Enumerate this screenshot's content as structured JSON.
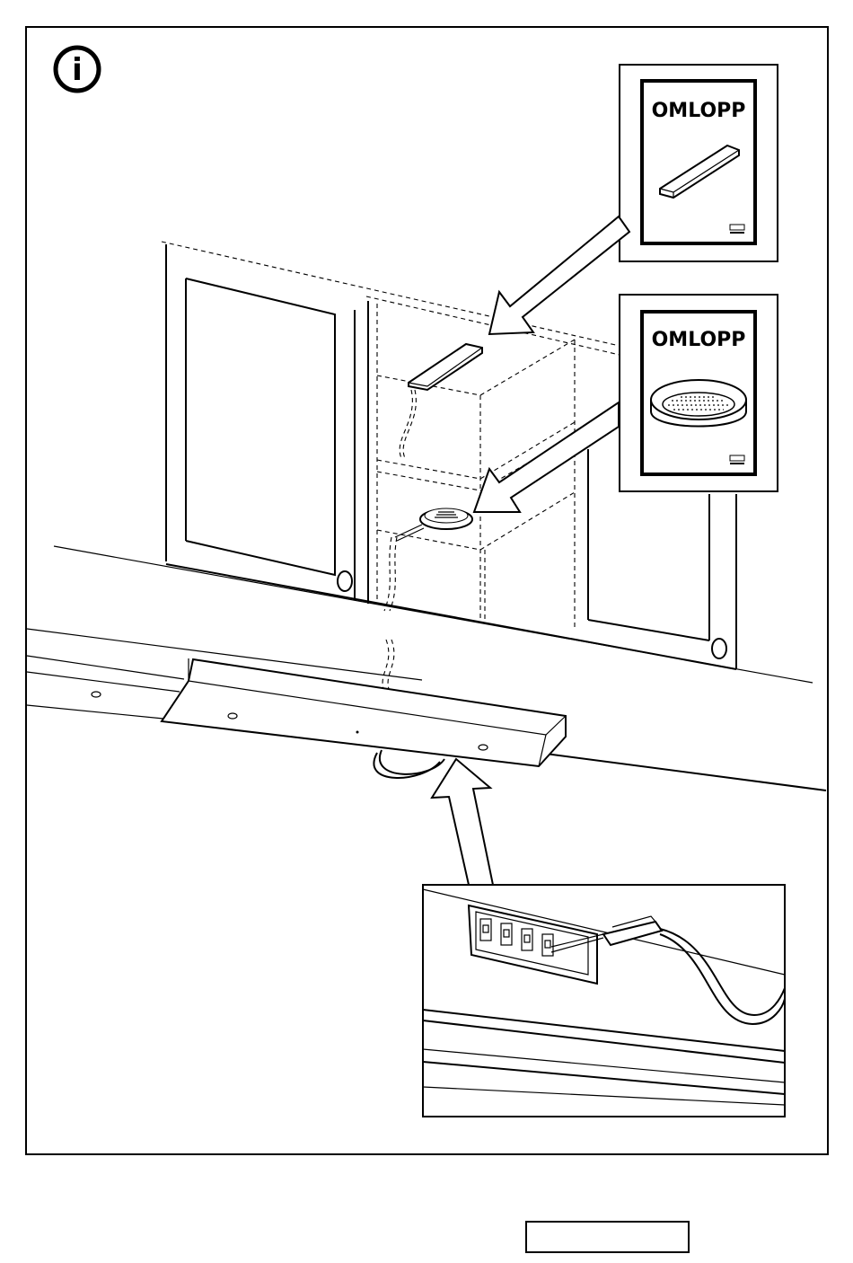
{
  "info_badge": {
    "glyph": "i",
    "icon": "info-icon"
  },
  "products": [
    {
      "name": "OMLOPP",
      "kind": "light strip",
      "brand_icon": "ikea-logo-icon"
    },
    {
      "name": "OMLOPP",
      "kind": "round spotlight",
      "brand_icon": "ikea-logo-icon"
    }
  ],
  "page_number_box": {
    "text": ""
  }
}
